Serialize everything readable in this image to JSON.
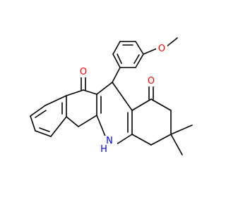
{
  "diagram": {
    "type": "chemical-structure",
    "atom_labels": {
      "o_methoxy": "O",
      "o_indenone": "O",
      "o_ketone": "O",
      "nh": "N",
      "nh_h": "H"
    },
    "colors": {
      "bond": "#000000",
      "oxygen": "#ff0000",
      "nitrogen": "#0000ff"
    }
  }
}
